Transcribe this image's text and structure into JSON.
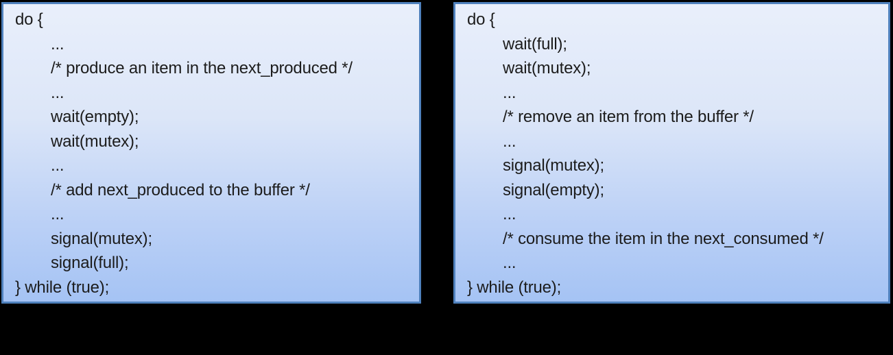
{
  "figure": {
    "background_color": "#000000",
    "panel_style": {
      "border_color": "#4f81bd",
      "gradient_top": "#e9effb",
      "gradient_bottom": "#a5c3f4",
      "text_color": "#1c1c1c"
    },
    "panels": [
      {
        "name": "producer-code",
        "lines": [
          {
            "text": "do {",
            "indent": 0
          },
          {
            "text": "...",
            "indent": 1
          },
          {
            "text": "/* produce an item in the next_produced */",
            "indent": 1
          },
          {
            "text": "...",
            "indent": 1
          },
          {
            "text": "wait(empty);",
            "indent": 1
          },
          {
            "text": "wait(mutex);",
            "indent": 1
          },
          {
            "text": "...",
            "indent": 1
          },
          {
            "text": "/* add next_produced to the buffer */",
            "indent": 1
          },
          {
            "text": "...",
            "indent": 1
          },
          {
            "text": "signal(mutex);",
            "indent": 1
          },
          {
            "text": "signal(full);",
            "indent": 1
          },
          {
            "text": "} while (true);",
            "indent": 0
          }
        ]
      },
      {
        "name": "consumer-code",
        "lines": [
          {
            "text": "do {",
            "indent": 0
          },
          {
            "text": "wait(full);",
            "indent": 1
          },
          {
            "text": "wait(mutex);",
            "indent": 1
          },
          {
            "text": "...",
            "indent": 1
          },
          {
            "text": "/* remove an item from the buffer */",
            "indent": 1
          },
          {
            "text": "...",
            "indent": 1
          },
          {
            "text": "signal(mutex);",
            "indent": 1
          },
          {
            "text": "signal(empty);",
            "indent": 1
          },
          {
            "text": "...",
            "indent": 1
          },
          {
            "text": "/* consume the item in the next_consumed */",
            "indent": 1
          },
          {
            "text": "...",
            "indent": 1
          },
          {
            "text": "} while (true);",
            "indent": 0
          }
        ]
      }
    ]
  }
}
